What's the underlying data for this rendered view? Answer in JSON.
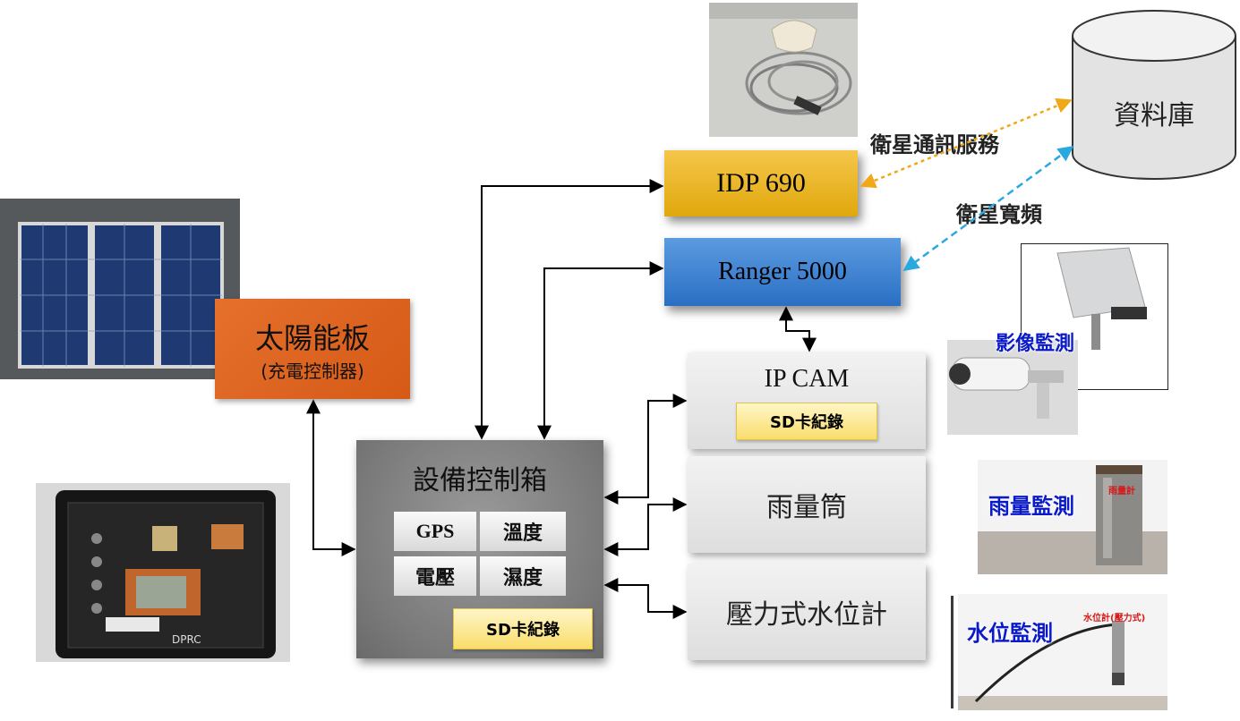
{
  "database": {
    "label": "資料庫"
  },
  "links": {
    "satellite_service": "衛星通訊服務",
    "satellite_broadband": "衛星寬頻"
  },
  "idp": {
    "label": "IDP 690"
  },
  "ranger": {
    "label": "Ranger 5000"
  },
  "solar": {
    "label": "太陽能板",
    "sublabel": "(充電控制器)"
  },
  "controller": {
    "title": "設備控制箱",
    "cells": [
      "GPS",
      "溫度",
      "電壓",
      "濕度"
    ],
    "sd_label": "SD卡紀錄"
  },
  "ipcam": {
    "label": "IP CAM",
    "sd_label": "SD卡紀錄"
  },
  "rain_gauge": {
    "label": "雨量筒"
  },
  "water_level": {
    "label": "壓力式水位計"
  },
  "photos": {
    "image_monitor_label": "影像監測",
    "rain_monitor_label": "雨量監測",
    "rain_photo_tag": "雨量計",
    "water_monitor_label": "水位監測",
    "water_photo_tag": "水位計(壓力式)",
    "controller_photo_label": "DPRC"
  },
  "colors": {
    "arrow_black": "#000000",
    "arrow_orange": "#f0a818",
    "arrow_blue": "#2aa8e0",
    "solar_orange": "#d95d1a",
    "idp_gold": "#e8b21c",
    "ranger_blue": "#3a7fd0"
  }
}
